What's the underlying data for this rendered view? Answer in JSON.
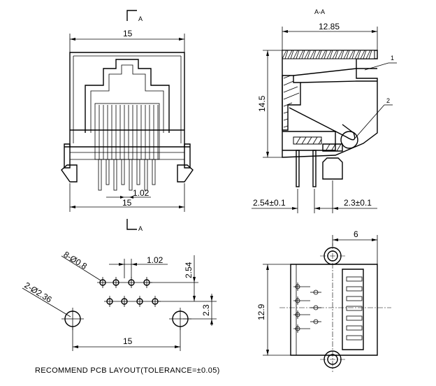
{
  "views": {
    "front": {
      "section_mark": "A",
      "width_dim": "15",
      "pitch_dim": "1.02",
      "bottom_dim": "15"
    },
    "section": {
      "title": "A-A",
      "width_dim": "12.85",
      "height_dim": "14.5",
      "pin_dim_left": "2.54±0.1",
      "pin_dim_right": "2.3±0.1",
      "callouts": [
        "1",
        "2"
      ]
    },
    "pcb_layout": {
      "holes_small": "8-Ø0.8",
      "holes_large": "2-Ø2.36",
      "pitch_dim": "1.02",
      "row_dim": "2.54",
      "offset_dim": "2.3",
      "width_dim": "15",
      "caption": "RECOMMEND PCB LAYOUT(TOLERANCE=±0.05)"
    },
    "side": {
      "width_dim": "6",
      "height_dim": "12.9"
    }
  }
}
